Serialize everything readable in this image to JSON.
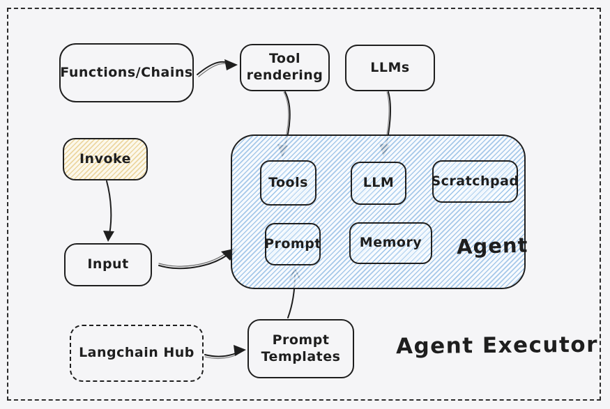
{
  "canvas": {
    "background_color": "#f5f5f7",
    "stroke_color": "#1e1e1e",
    "frame_style": "dashed"
  },
  "caption": {
    "label": "Agent Executor"
  },
  "nodes": {
    "functions_chains": {
      "label": "Functions/Chains"
    },
    "tool_rendering": {
      "label": "Tool rendering"
    },
    "llms": {
      "label": "LLMs"
    },
    "invoke": {
      "label": "Invoke",
      "fill": "#fdf6e3",
      "hatch_color": "#e9ce8a"
    },
    "input": {
      "label": "Input"
    },
    "langchain_hub": {
      "label": "Langchain Hub",
      "border_style": "dashed"
    },
    "prompt_templates": {
      "label": "Prompt Templates"
    },
    "agent_group": {
      "label": "Agent",
      "fill": "#f2f8fd",
      "hatch_color": "#8cb9e4"
    },
    "tools": {
      "label": "Tools"
    },
    "llm": {
      "label": "LLM"
    },
    "scratchpad": {
      "label": "Scratchpad"
    },
    "prompt": {
      "label": "Prompt"
    },
    "memory": {
      "label": "Memory"
    }
  },
  "edges": [
    {
      "from": "Functions/Chains",
      "to": "Tool rendering"
    },
    {
      "from": "Tool rendering",
      "to": "Tools"
    },
    {
      "from": "LLMs",
      "to": "LLM"
    },
    {
      "from": "Invoke",
      "to": "Input"
    },
    {
      "from": "Input",
      "to": "Agent"
    },
    {
      "from": "Langchain Hub",
      "to": "Prompt Templates"
    },
    {
      "from": "Prompt Templates",
      "to": "Prompt"
    }
  ]
}
